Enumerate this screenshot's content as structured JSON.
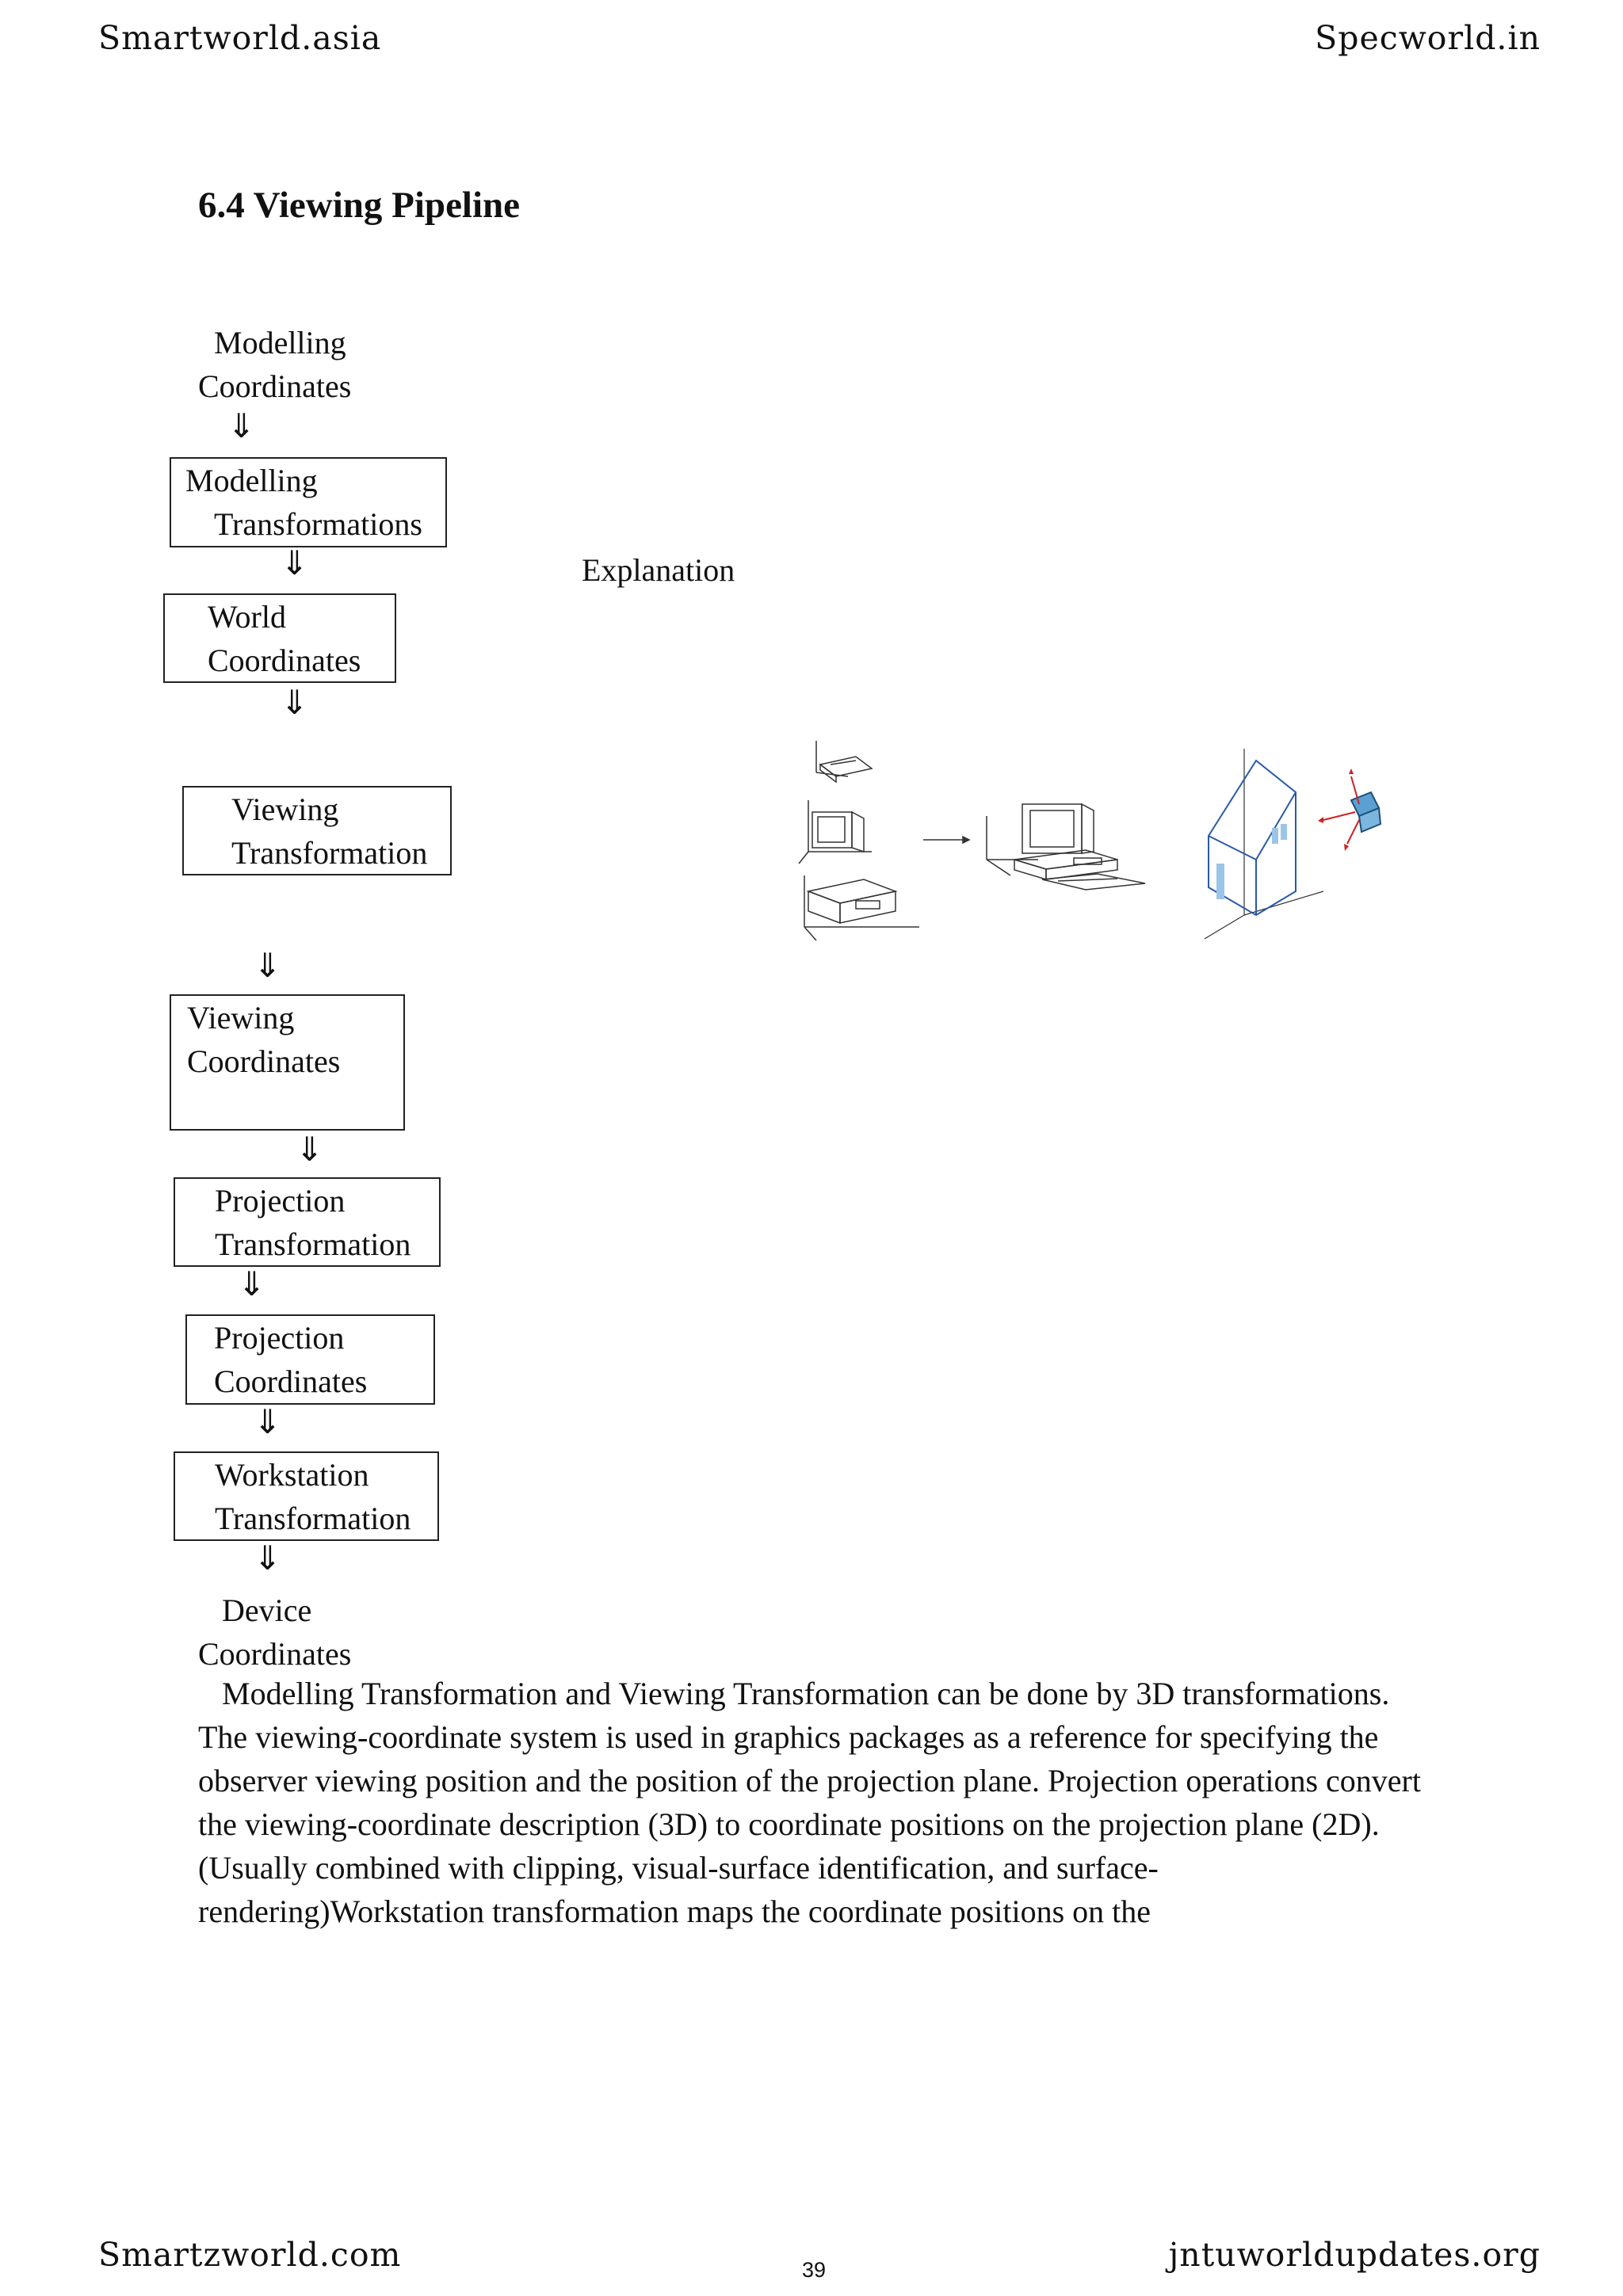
{
  "header": {
    "left": "Smartworld.asia",
    "right": "Specworld.in"
  },
  "section_title": "6.4  Viewing Pipeline",
  "pipeline": {
    "start_label": [
      "Modelling",
      "Coordinates"
    ],
    "arrow_glyph": "⇓",
    "steps": [
      [
        "Modelling",
        "Transformations"
      ],
      [
        "World",
        "Coordinates"
      ],
      [
        "Viewing",
        "Transformation"
      ],
      [
        "Viewing",
        "Coordinates"
      ],
      [
        "Projection",
        "Transformation"
      ],
      [
        "Projection",
        "Coordinates"
      ],
      [
        "Workstation",
        "Transformation"
      ]
    ],
    "end_label": [
      "Device",
      "Coordinates"
    ]
  },
  "explanation_label": "Explanation",
  "figure": {
    "icons": [
      "computer-parts-icon",
      "assembled-computer-icon",
      "house-with-camera-icon"
    ],
    "house_color": "#2a5aa8",
    "camera_color": "#5aa0d0",
    "arrow_color": "#cc2222"
  },
  "paragraph_lines": [
    "Modelling Transformation and Viewing Transformation can be done by 3D transformations.",
    "The viewing-coordinate system is used in graphics packages as a reference for specifying the",
    "observer viewing position and the position of the projection plane.  Projection operations convert",
    "the viewing-coordinate description (3D) to coordinate positions on the projection plane (2D).",
    "(Usually combined with clipping, visual-surface identification,  and surface-",
    "rendering)Workstation transformation maps the coordinate positions on the"
  ],
  "footer": {
    "left": "Smartzworld.com",
    "page_number": "39",
    "right": "jntuworldupdates.org"
  }
}
